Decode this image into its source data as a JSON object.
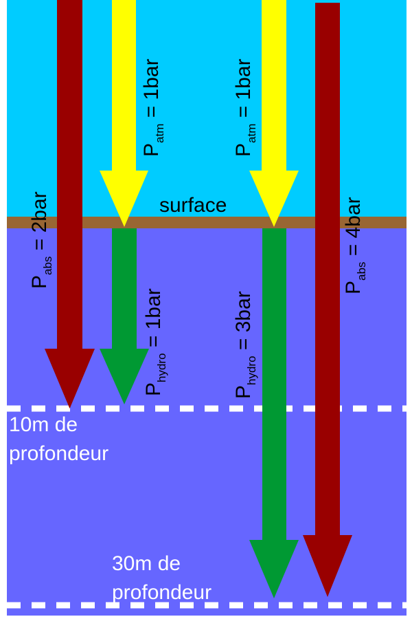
{
  "labels": {
    "surface": "surface",
    "depth_10_line1": "10m de",
    "depth_10_line2": "profondeur",
    "depth_30_line1": "30m de",
    "depth_30_line2": "profondeur"
  },
  "pressures": {
    "abs_left": {
      "symbol": "P",
      "subscript": "abs",
      "value": " = 2bar"
    },
    "atm_left": {
      "symbol": "P",
      "subscript": "atm",
      "value": " = 1bar"
    },
    "hydro_left": {
      "symbol": "P",
      "subscript": "hydro",
      "value": " = 1bar"
    },
    "atm_right": {
      "symbol": "P",
      "subscript": "atm",
      "value": " = 1bar"
    },
    "hydro_right": {
      "symbol": "P",
      "subscript": "hydro",
      "value": " = 3bar"
    },
    "abs_right": {
      "symbol": "P",
      "subscript": "abs",
      "value": " = 4bar"
    }
  },
  "colors": {
    "sky": "#00ccff",
    "water": "#6666ff",
    "ground": "#996633",
    "atmospheric_arrow": "#ffff00",
    "hydrostatic_arrow": "#009933",
    "absolute_arrow": "#990000",
    "depth_line": "#ffffff",
    "text_dark": "#000000",
    "text_light": "#ffffff"
  }
}
